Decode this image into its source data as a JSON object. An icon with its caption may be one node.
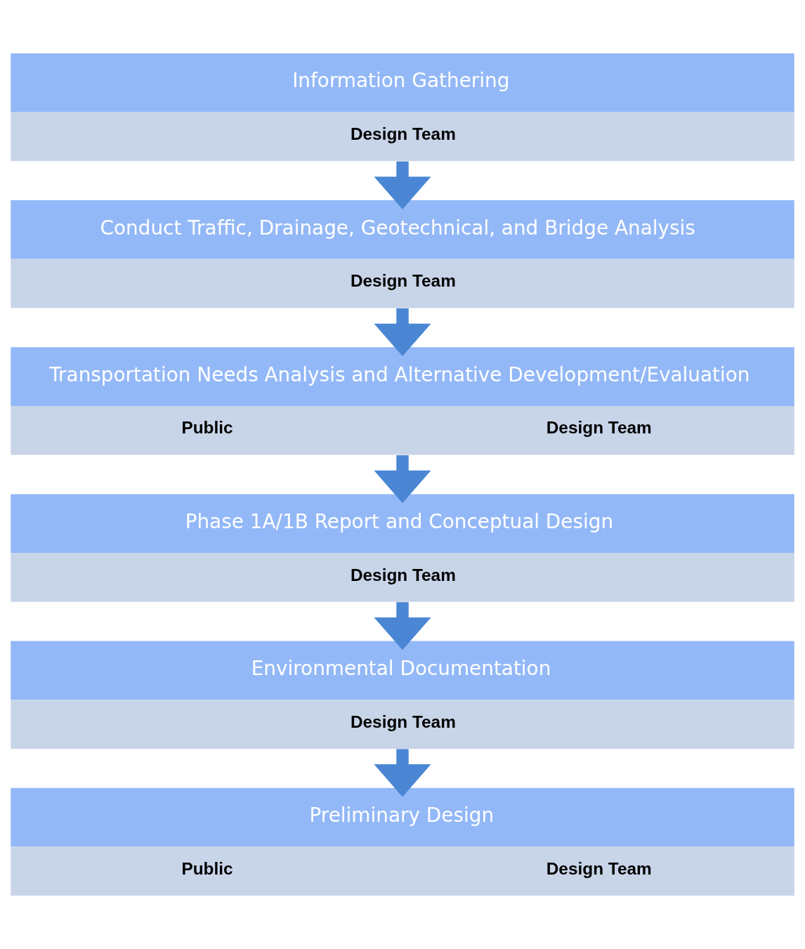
{
  "diagram": {
    "nodes": [
      {
        "text": [
          "Information Gathering",
          "Design Team"
        ]
      },
      {
        "text": [
          "Conduct Traffic, Drainage, Geotechnical, and Bridge Analysis",
          "Design Team"
        ]
      },
      {
        "text": [
          "Transportation Needs Analysis and Alternative Development/Evaluation",
          "Public",
          "Design Team"
        ]
      },
      {
        "text": [
          "Phase 1A/1B Report and Conceptual Design",
          "Design Team"
        ]
      },
      {
        "text": [
          "Environmental Documentation",
          "Design Team"
        ]
      },
      {
        "text": [
          "Preliminary Design",
          "Public",
          "Design Team"
        ]
      }
    ],
    "edges": [
      {
        "from": 0,
        "to": 1,
        "arrow": "to"
      },
      {
        "from": 1,
        "to": 2,
        "arrow": "to"
      },
      {
        "from": 2,
        "to": 3,
        "arrow": "to"
      },
      {
        "from": 3,
        "to": 4,
        "arrow": "to"
      },
      {
        "from": 4,
        "to": 5,
        "arrow": "to"
      }
    ]
  }
}
